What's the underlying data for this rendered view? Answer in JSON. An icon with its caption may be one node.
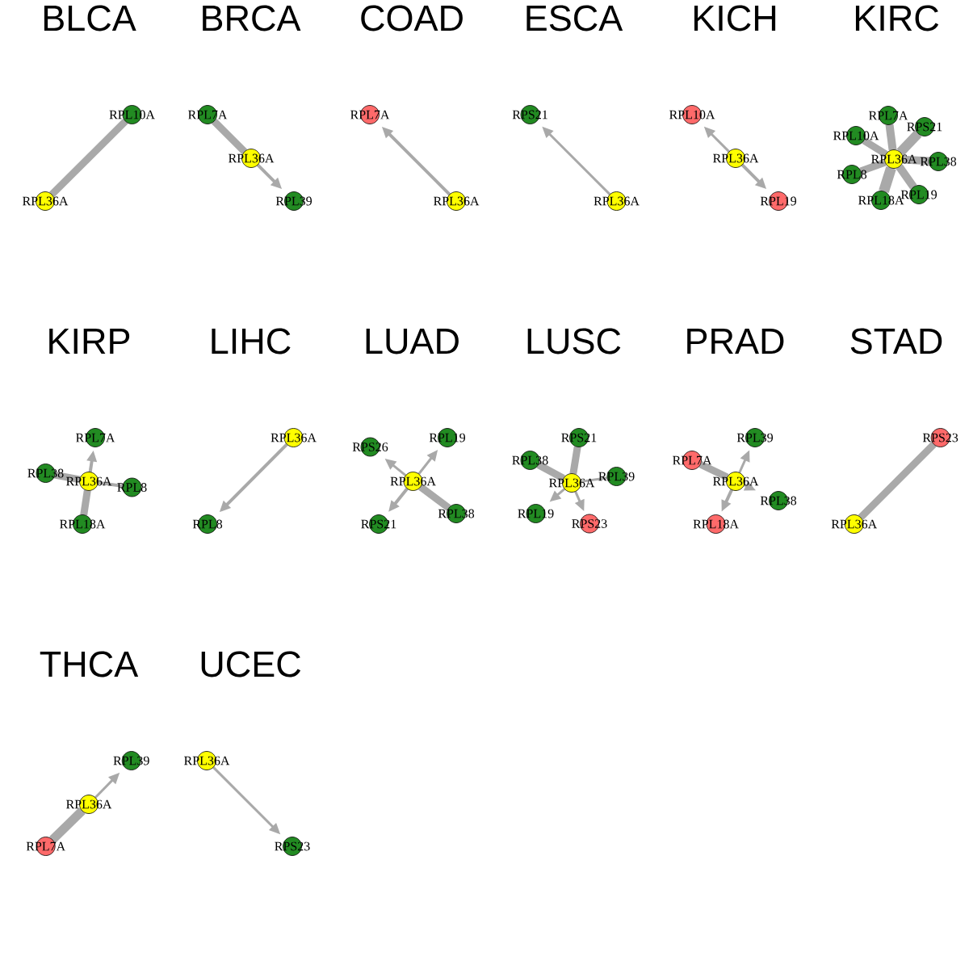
{
  "diagram": {
    "nodes": [
      {
        "text": [
          "RPL10A"
        ]
      },
      {
        "text": [
          "RPL36A"
        ]
      },
      {
        "text": [
          "RPL7A"
        ]
      },
      {
        "text": [
          "RPL36A"
        ]
      },
      {
        "text": [
          "RPL39"
        ]
      },
      {
        "text": [
          "RPL7A"
        ]
      },
      {
        "text": [
          "RPL36A"
        ]
      },
      {
        "text": [
          "RPS21"
        ]
      },
      {
        "text": [
          "RPL36A"
        ]
      },
      {
        "text": [
          "RPL10A"
        ]
      },
      {
        "text": [
          "RPL36A"
        ]
      },
      {
        "text": [
          "RPL19"
        ]
      },
      {
        "text": [
          "RPL7A"
        ]
      },
      {
        "text": [
          "RPS21"
        ]
      },
      {
        "text": [
          "RPL10A"
        ]
      },
      {
        "text": [
          "RPL36A"
        ]
      },
      {
        "text": [
          "RPL38"
        ]
      },
      {
        "text": [
          "RPL8"
        ]
      },
      {
        "text": [
          "RPL19"
        ]
      },
      {
        "text": [
          "RPL18A"
        ]
      },
      {
        "text": [
          "RPL7A"
        ]
      },
      {
        "text": [
          "RPL38"
        ]
      },
      {
        "text": [
          "RPL36A"
        ]
      },
      {
        "text": [
          "RPL8"
        ]
      },
      {
        "text": [
          "RPL18A"
        ]
      },
      {
        "text": [
          "RPL36A"
        ]
      },
      {
        "text": [
          "RPL8"
        ]
      },
      {
        "text": [
          "RPL19"
        ]
      },
      {
        "text": [
          "RPS26"
        ]
      },
      {
        "text": [
          "RPL36A"
        ]
      },
      {
        "text": [
          "RPL38"
        ]
      },
      {
        "text": [
          "RPS21"
        ]
      },
      {
        "text": [
          "RPS21"
        ]
      },
      {
        "text": [
          "RPL38"
        ]
      },
      {
        "text": [
          "RPL39"
        ]
      },
      {
        "text": [
          "RPL36A"
        ]
      },
      {
        "text": [
          "RPL19"
        ]
      },
      {
        "text": [
          "RPS23"
        ]
      },
      {
        "text": [
          "RPL39"
        ]
      },
      {
        "text": [
          "RPL7A"
        ]
      },
      {
        "text": [
          "RPL36A"
        ]
      },
      {
        "text": [
          "RPL38"
        ]
      },
      {
        "text": [
          "RPL18A"
        ]
      },
      {
        "text": [
          "RPS23"
        ]
      },
      {
        "text": [
          "RPL36A"
        ]
      },
      {
        "text": [
          "RPL39"
        ]
      },
      {
        "text": [
          "RPL36A"
        ]
      },
      {
        "text": [
          "RPL7A"
        ]
      },
      {
        "text": [
          "RPL36A"
        ]
      },
      {
        "text": [
          "RPS23"
        ]
      }
    ],
    "edges": [
      {
        "from": 1,
        "to": 0,
        "arrow": "none",
        "style": "thick"
      },
      {
        "from": 3,
        "to": 2,
        "arrow": "none",
        "style": "thick"
      },
      {
        "from": 3,
        "to": 4,
        "arrow": "to"
      },
      {
        "from": 6,
        "to": 5,
        "arrow": "to"
      },
      {
        "from": 8,
        "to": 7,
        "arrow": "to"
      },
      {
        "from": 10,
        "to": 9,
        "arrow": "to"
      },
      {
        "from": 10,
        "to": 11,
        "arrow": "to"
      },
      {
        "from": 15,
        "to": 12,
        "arrow": "none",
        "style": "thick"
      },
      {
        "from": 15,
        "to": 13,
        "arrow": "none",
        "style": "thick"
      },
      {
        "from": 15,
        "to": 14,
        "arrow": "none",
        "style": "thick"
      },
      {
        "from": 15,
        "to": 16,
        "arrow": "none",
        "style": "thick"
      },
      {
        "from": 15,
        "to": 17,
        "arrow": "none",
        "style": "thick"
      },
      {
        "from": 15,
        "to": 18,
        "arrow": "none",
        "style": "thick"
      },
      {
        "from": 15,
        "to": 19,
        "arrow": "none",
        "style": "thick"
      },
      {
        "from": 22,
        "to": 20,
        "arrow": "to"
      },
      {
        "from": 22,
        "to": 21,
        "arrow": "none",
        "style": "thick"
      },
      {
        "from": 22,
        "to": 23,
        "arrow": "none"
      },
      {
        "from": 22,
        "to": 24,
        "arrow": "none",
        "style": "thick"
      },
      {
        "from": 25,
        "to": 26,
        "arrow": "to"
      },
      {
        "from": 29,
        "to": 27,
        "arrow": "to"
      },
      {
        "from": 29,
        "to": 28,
        "arrow": "to"
      },
      {
        "from": 29,
        "to": 30,
        "arrow": "none",
        "style": "thick"
      },
      {
        "from": 29,
        "to": 31,
        "arrow": "to"
      },
      {
        "from": 35,
        "to": 32,
        "arrow": "none",
        "style": "thick"
      },
      {
        "from": 35,
        "to": 33,
        "arrow": "none",
        "style": "thick"
      },
      {
        "from": 35,
        "to": 34,
        "arrow": "none"
      },
      {
        "from": 35,
        "to": 36,
        "arrow": "to"
      },
      {
        "from": 35,
        "to": 37,
        "arrow": "to"
      },
      {
        "from": 40,
        "to": 38,
        "arrow": "to"
      },
      {
        "from": 40,
        "to": 39,
        "arrow": "none",
        "style": "thick"
      },
      {
        "from": 40,
        "to": 41,
        "arrow": "to"
      },
      {
        "from": 40,
        "to": 42,
        "arrow": "to"
      },
      {
        "from": 44,
        "to": 43,
        "arrow": "none",
        "style": "thick"
      },
      {
        "from": 46,
        "to": 45,
        "arrow": "to"
      },
      {
        "from": 46,
        "to": 47,
        "arrow": "none",
        "style": "thick"
      },
      {
        "from": 48,
        "to": 49,
        "arrow": "to"
      }
    ],
    "labels": [
      "BLCA",
      "BRCA",
      "COAD",
      "ESCA",
      "KICH",
      "KIRC",
      "KIRP",
      "LIHC",
      "LUAD",
      "LUSC",
      "PRAD",
      "STAD",
      "THCA",
      "UCEC"
    ]
  }
}
